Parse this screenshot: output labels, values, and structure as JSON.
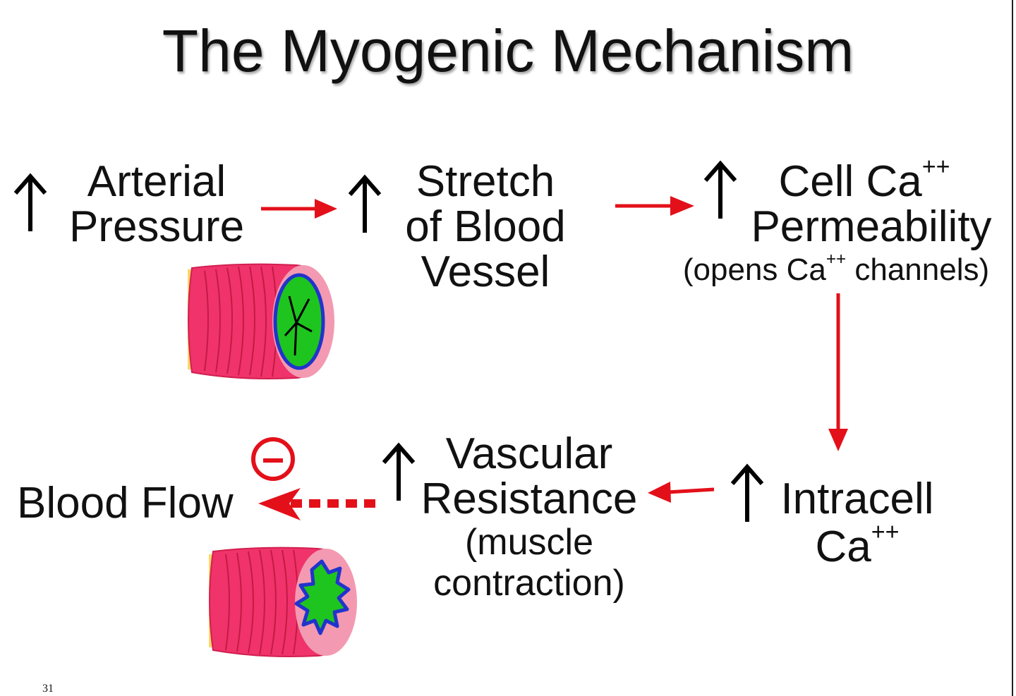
{
  "title": "The Myogenic Mechanism",
  "nodes": {
    "arterial_pressure": {
      "line1": "Arterial",
      "line2": "Pressure"
    },
    "stretch": {
      "line1": "Stretch",
      "line2": "of Blood",
      "line3": "Vessel"
    },
    "cell_permeability": {
      "line1_text": "Cell Ca",
      "line1_sup": "++",
      "line2": "Permeability",
      "note_prefix": "(opens Ca",
      "note_sup": "++",
      "note_suffix": " channels)"
    },
    "intracell": {
      "line1": "Intracell",
      "line2_text": "Ca",
      "line2_sup": "++"
    },
    "vascular_resistance": {
      "line1": "Vascular",
      "line2": "Resistance",
      "note1": "(muscle",
      "note2": "contraction)"
    },
    "blood_flow": {
      "label": "Blood Flow"
    }
  },
  "inhibition_symbol": "⊖",
  "slide_number": "31",
  "colors": {
    "arrow": "#e3101a",
    "vessel_outer": "#f0336a",
    "vessel_lumen": "#1ec51e",
    "vessel_wall": "#2233cc"
  }
}
